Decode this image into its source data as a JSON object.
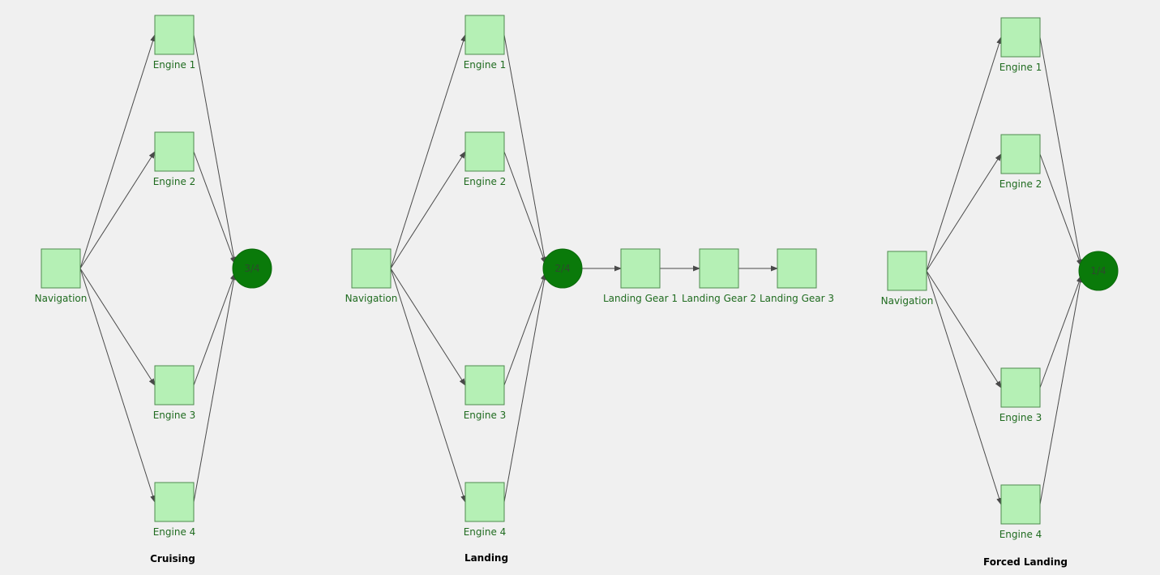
{
  "colors": {
    "background": "#f0f0f0",
    "node_fill": "#b5f0b5",
    "node_stroke": "#4e8a4e",
    "gate_fill": "#0a7a0a",
    "label_text": "#1f6b1f",
    "edge": "#4a4a4a",
    "title_text": "#000000"
  },
  "diagrams": [
    {
      "title": "Cruising",
      "source": "Navigation",
      "components": [
        "Engine 1",
        "Engine 2",
        "Engine 3",
        "Engine 4"
      ],
      "gate_label": "3/4",
      "chain": []
    },
    {
      "title": "Landing",
      "source": "Navigation",
      "components": [
        "Engine 1",
        "Engine 2",
        "Engine 3",
        "Engine 4"
      ],
      "gate_label": "2/4",
      "chain": [
        "Landing Gear 1",
        "Landing Gear 2",
        "Landing Gear 3"
      ]
    },
    {
      "title": "Forced Landing",
      "source": "Navigation",
      "components": [
        "Engine 1",
        "Engine 2",
        "Engine 3",
        "Engine 4"
      ],
      "gate_label": "1/4",
      "chain": []
    }
  ]
}
